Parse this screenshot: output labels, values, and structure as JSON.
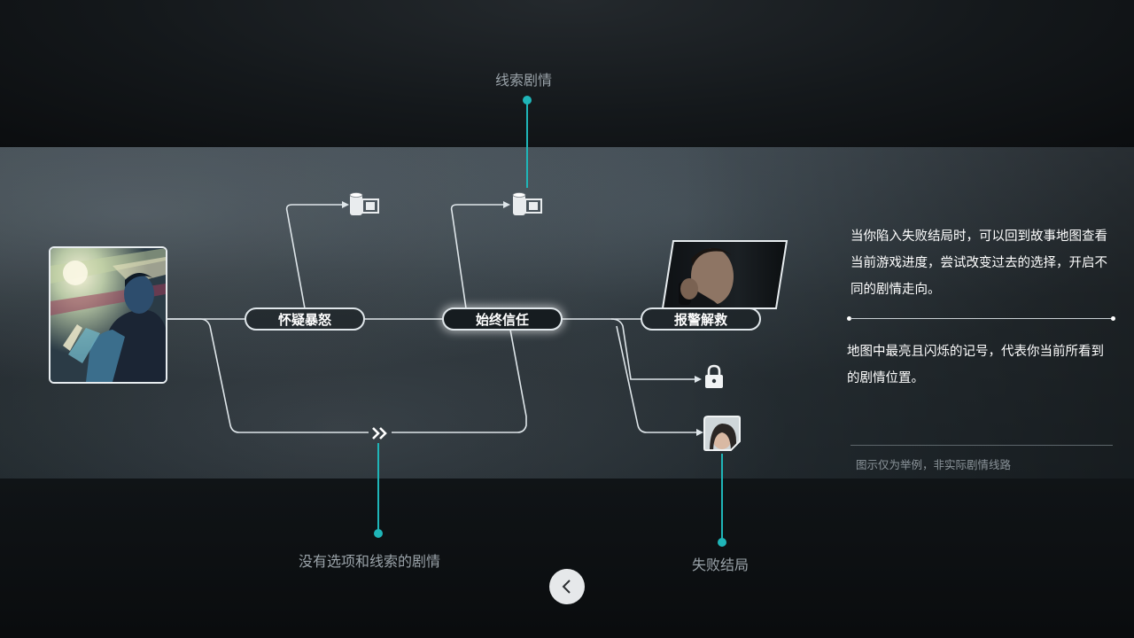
{
  "callouts": {
    "clue_story": "线索剧情",
    "no_choice_story": "没有选项和线索的剧情",
    "fail_ending": "失败结局"
  },
  "nodes": {
    "suspect_rage": "怀疑暴怒",
    "always_trust": "始终信任",
    "call_police": "报警解救"
  },
  "panel": {
    "paragraph1": "当你陷入失败结局时，可以回到故事地图查看当前游戏进度，尝试改变过去的选择，开启不同的剧情走向。",
    "paragraph2": "地图中最亮且闪烁的记号，代表你当前所看到的剧情位置。",
    "disclaimer": "图示仅为举例，非实际剧情线路"
  },
  "icons": {
    "film_clue_1": "film-reel-icon",
    "film_clue_2": "film-reel-icon",
    "locked": "lock-icon",
    "skip": "double-chevron-icon",
    "back": "chevron-left-icon"
  },
  "colors": {
    "accent_teal": "#1fb5b8",
    "line": "#dfe6ea"
  }
}
